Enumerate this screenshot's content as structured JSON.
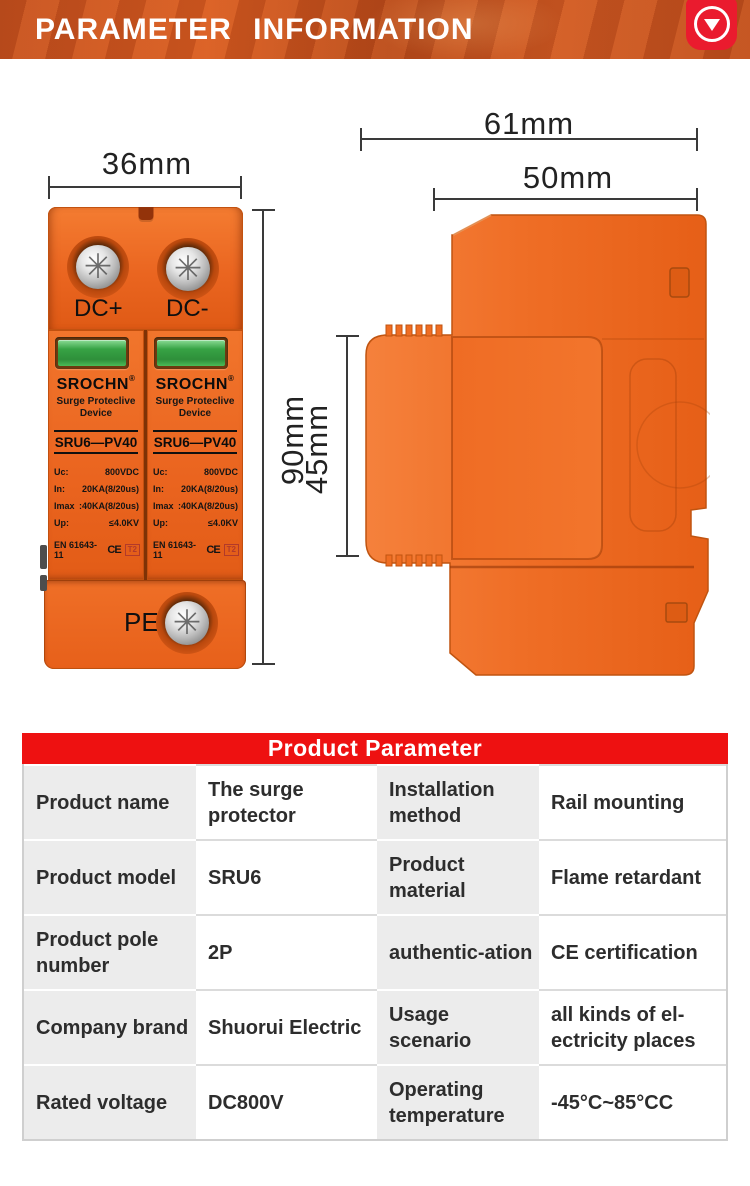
{
  "header": {
    "title": "PARAMETER INFORMATION"
  },
  "dims": {
    "front_width": "36mm",
    "front_height": "90mm",
    "side_width": "61mm",
    "side_inner_width": "50mm",
    "side_module_height": "45mm"
  },
  "front": {
    "dc_plus": "DC+",
    "dc_minus": "DC-",
    "pe": "PE",
    "module": {
      "brand": "SROCHN",
      "reg": "®",
      "subtitle_line1": "Surge Proteclive",
      "subtitle_line2": "Device",
      "model": "SRU6—PV40",
      "specs": [
        {
          "label": "Uc:",
          "value": "800VDC"
        },
        {
          "label": "In:",
          "value": "20KA(8/20us)"
        },
        {
          "label": "Imax",
          "value": ":40KA(8/20us)"
        },
        {
          "label": "Up:",
          "value": "≤4.0KV"
        }
      ],
      "cert_standard": "EN 61643-11",
      "cert_mark": "CE",
      "type_mark": "T2"
    }
  },
  "table": {
    "title": "Product Parameter",
    "rows": [
      {
        "label1": "Product name",
        "value1": "The surge protector",
        "label2": "Installation method",
        "value2": "Rail mounting"
      },
      {
        "label1": "Product model",
        "value1": "SRU6",
        "label2": "Product material",
        "value2": "Flame retardant"
      },
      {
        "label1": "Product pole number",
        "value1": "2P",
        "label2": "authentic-ation",
        "value2": "CE certification"
      },
      {
        "label1": "Company brand",
        "value1": "Shuorui Electric",
        "label2": "Usage scenario",
        "value2": "all kinds of el-ectricity places"
      },
      {
        "label1": "Rated voltage",
        "value1": "DC800V",
        "label2": "Operating temperature",
        "value2": "-45°C~85°CC"
      }
    ]
  },
  "colors": {
    "accent_red": "#ee1111",
    "icon_red": "#ea1b2e",
    "banner_orange": "#c8511f",
    "device_orange": "#ee6a22",
    "indicator_green": "#3aa449"
  }
}
